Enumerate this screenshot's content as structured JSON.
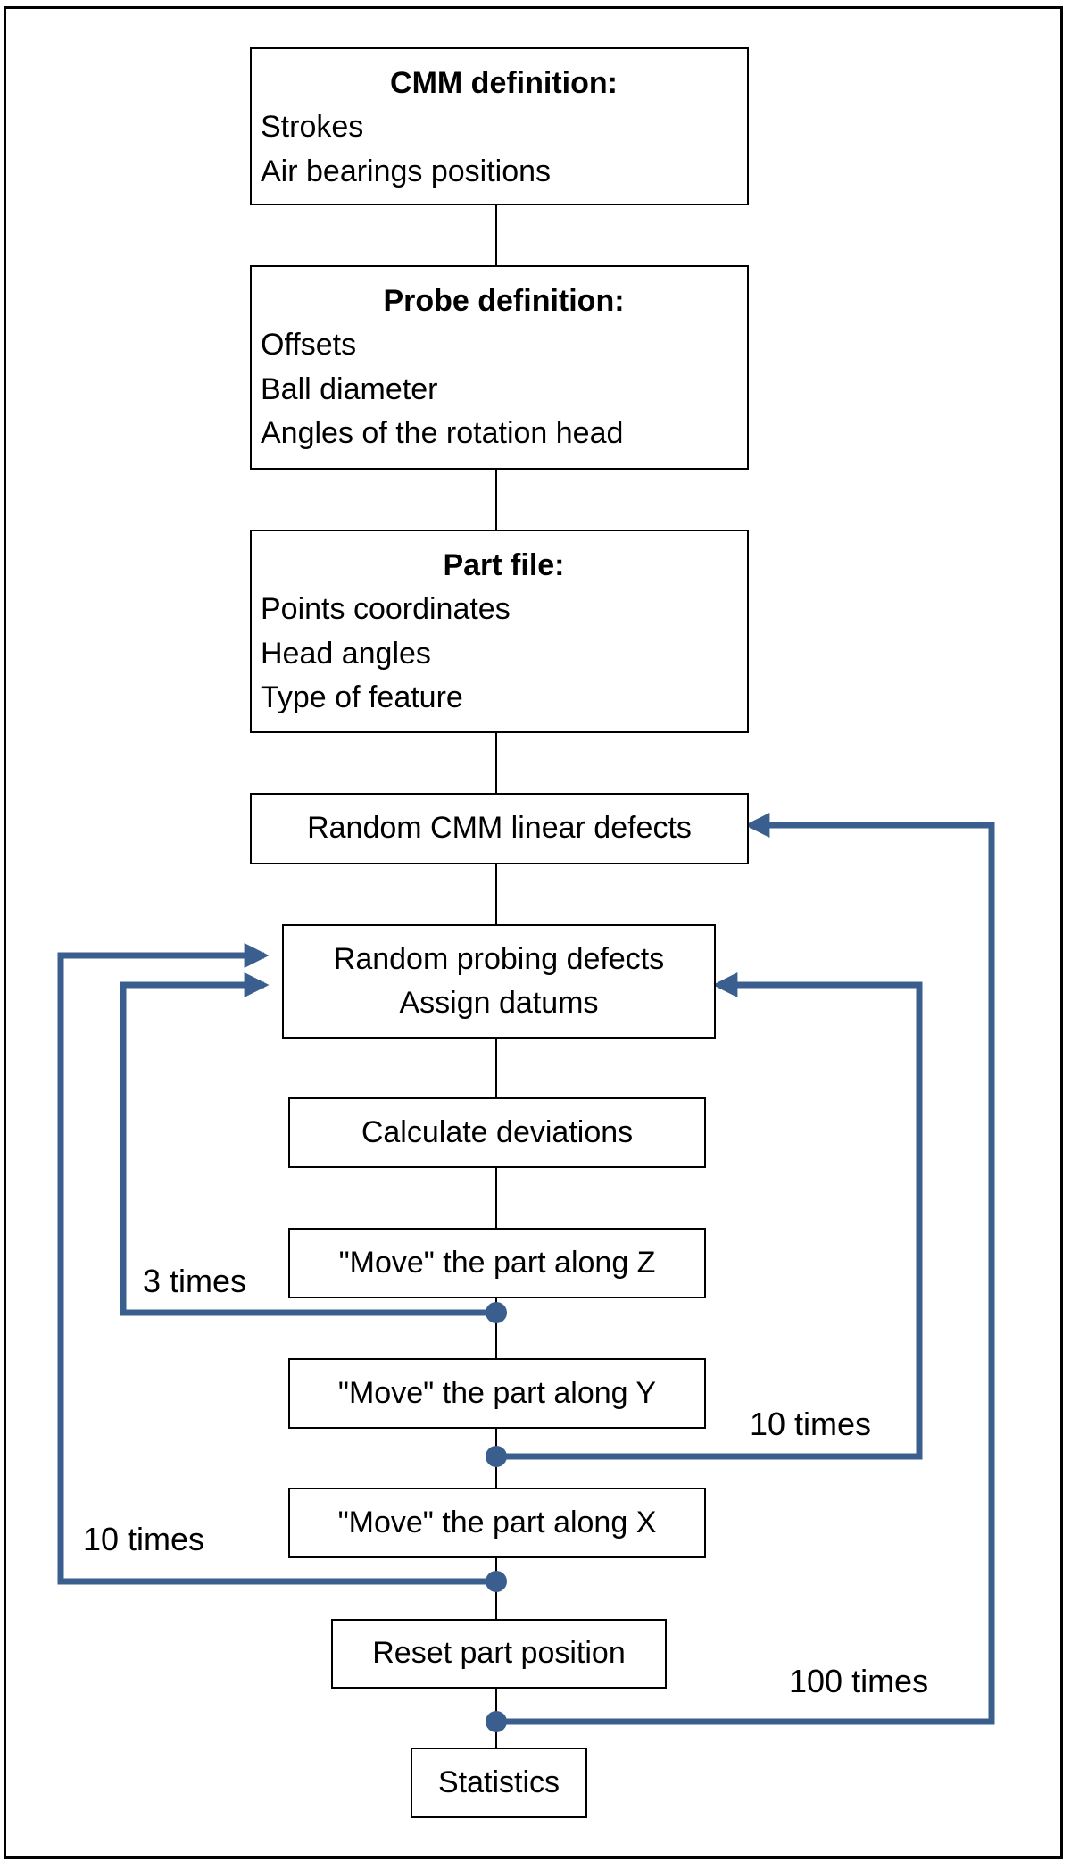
{
  "colors": {
    "loop": "#3a5f8f",
    "connector": "#000000",
    "border": "#000000"
  },
  "boxes": {
    "cmm": {
      "title": "CMM definition:",
      "lines": [
        "Strokes",
        "Air bearings positions"
      ]
    },
    "probe": {
      "title": "Probe definition:",
      "lines": [
        "Offsets",
        "Ball diameter",
        "Angles of the rotation head"
      ]
    },
    "part": {
      "title": "Part file:",
      "lines": [
        "Points coordinates",
        "Head angles",
        "Type of feature"
      ]
    },
    "cmm_defects": {
      "text": "Random CMM linear defects"
    },
    "probing": {
      "lines": [
        "Random probing defects",
        "Assign datums"
      ]
    },
    "calc": {
      "text": "Calculate deviations"
    },
    "move_z": {
      "text": "\"Move\" the part along Z"
    },
    "move_y": {
      "text": "\"Move\" the part along Y"
    },
    "move_x": {
      "text": "\"Move\" the part along X"
    },
    "reset": {
      "text": "Reset part position"
    },
    "stats": {
      "text": "Statistics"
    }
  },
  "loops": {
    "z": {
      "label": "3 times"
    },
    "y": {
      "label": "10 times"
    },
    "x": {
      "label": "10 times"
    },
    "outer": {
      "label": "100 times"
    }
  }
}
